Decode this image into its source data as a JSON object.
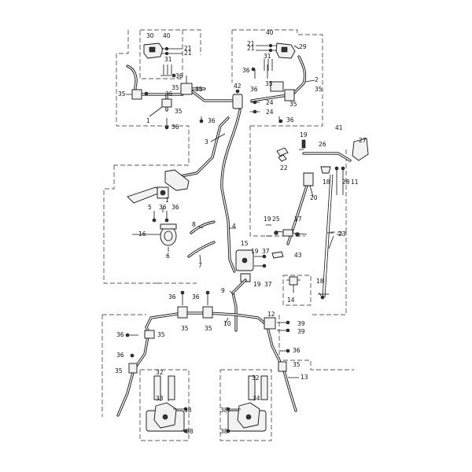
{
  "labels": {
    "l1": "1",
    "l2": "2",
    "l3": "3",
    "l4": "4",
    "l5": "5",
    "l6": "6",
    "l7": "7",
    "l8": "8",
    "l9": "9",
    "l10": "10",
    "l11": "11",
    "l12": "12",
    "l13": "13",
    "l14": "14",
    "l15": "15",
    "l16": "16",
    "l17": "17",
    "l18a": "18",
    "l18b": "18",
    "l19a": "19",
    "l19b": "19",
    "l19c": "19",
    "l19d": "19",
    "l20": "20",
    "l21a": "21",
    "l21b": "21",
    "l21c": "21",
    "l21d": "21",
    "l22": "22",
    "l23": "23",
    "l24a": "24",
    "l24b": "24",
    "l25": "25",
    "l26": "26",
    "l27": "27",
    "l28": "28",
    "l29": "29",
    "l30": "30",
    "l31a": "31",
    "l31b": "31",
    "l32a": "32",
    "l32b": "32",
    "l33": "33",
    "l34": "34",
    "l35a": "35",
    "l35b": "35",
    "l35c": "35",
    "l35d": "35",
    "l35e": "35",
    "l35f": "35",
    "l35g": "35",
    "l35h": "35",
    "l35i": "35",
    "l35j": "35",
    "l35k": "35",
    "l35l": "35",
    "l35m": "35",
    "l36a": "36",
    "l36b": "36",
    "l36c": "36",
    "l36d": "36",
    "l36e": "36",
    "l36f": "36",
    "l36g": "36",
    "l36h": "36",
    "l36i": "36",
    "l36j": "36",
    "l36k": "36",
    "l36l": "36",
    "l36m": "36",
    "l36n": "36",
    "l37a": "37",
    "l37b": "37",
    "l38a": "38",
    "l38b": "38",
    "l38c": "38",
    "l38d": "38",
    "l39a": "39",
    "l39b": "39",
    "l40a": "40",
    "l40b": "40",
    "l41": "41",
    "l42": "42",
    "l43": "43"
  }
}
